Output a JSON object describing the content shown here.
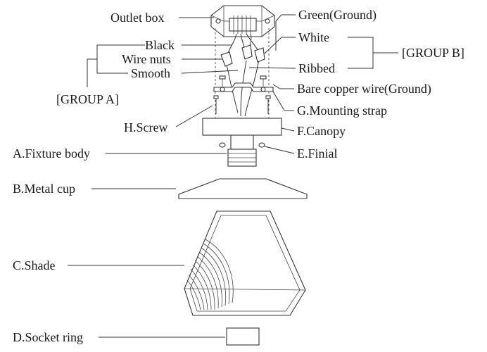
{
  "labels": {
    "outlet_box": "Outlet box",
    "green_ground": "Green(Ground)",
    "black": "Black",
    "white": "White",
    "wire_nuts": "Wire nuts",
    "group_b": "[GROUP B]",
    "smooth": "Smooth",
    "ribbed": "Ribbed",
    "group_a": "[GROUP A]",
    "bare_copper": "Bare copper wire(Ground)",
    "mounting_strap": "G.Mounting strap",
    "screw": "H.Screw",
    "canopy": "F.Canopy",
    "fixture_body": "A.Fixture body",
    "finial": "E.Finial",
    "metal_cup": "B.Metal cup",
    "shade": "C.Shade",
    "socket_ring": "D.Socket ring"
  }
}
